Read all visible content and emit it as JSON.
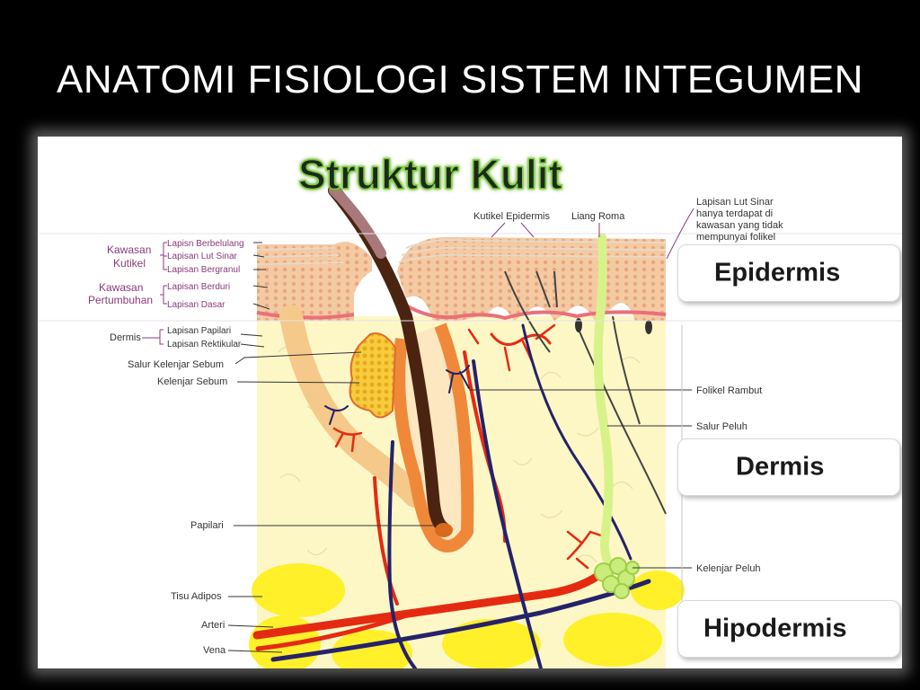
{
  "slide": {
    "title": "ANATOMI FISIOLOGI SISTEM INTEGUMEN"
  },
  "diagram": {
    "title": "Struktur Kulit",
    "top_labels": {
      "kutikel_epidermis": "Kutikel Epidermis",
      "liang_roma": "Liang Roma",
      "note_line1": "Lapisan Lut Sinar",
      "note_line2": "hanya terdapat di",
      "note_line3": "kawasan yang tidak",
      "note_line4": "mempunyai folikel"
    },
    "left_groups": {
      "kawasan_kutikel_line1": "Kawasan",
      "kawasan_kutikel_line2": "Kutikel",
      "kawasan_pertumbuhan_line1": "Kawasan",
      "kawasan_pertumbuhan_line2": "Pertumbuhan",
      "dermis": "Dermis"
    },
    "left_labels": {
      "lapisan_berbelulang": "Lapisn Berbelulang",
      "lapisan_lut_sinar": "Lapisan Lut Sinar",
      "lapisan_bergranul": "Lapisan Bergranul",
      "lapisan_berduri": "Lapisan Berduri",
      "lapisan_dasar": "Lapisan Dasar",
      "lapisan_papilari": "Lapisan Papilari",
      "lapisan_rektikular": "Lapisan Rektikular",
      "salur_kelenjar_sebum": "Salur Kelenjar Sebum",
      "kelenjar_sebum": "Kelenjar Sebum",
      "papilari": "Papilari",
      "tisu_adipos": "Tisu Adipos",
      "arteri": "Arteri",
      "vena": "Vena"
    },
    "right_labels": {
      "folikel_rambut": "Folikel Rambut",
      "salur_peluh": "Salur Peluh",
      "kelenjar_peluh": "Kelenjar Peluh"
    },
    "layers": {
      "epidermis": "Epidermis",
      "dermis": "Dermis",
      "hipodermis": "Hipodermis"
    },
    "colors": {
      "label_purple": "#8b3a7a",
      "title_green": "#2f6b1a",
      "artery": "#e52a12",
      "vein": "#25226b",
      "hair": "#4a2410",
      "dermis_bg": "#fdf7c6",
      "adipose": "#fff02a",
      "epidermis": "#f2c49b",
      "sweat_duct": "#d8f28a"
    }
  }
}
